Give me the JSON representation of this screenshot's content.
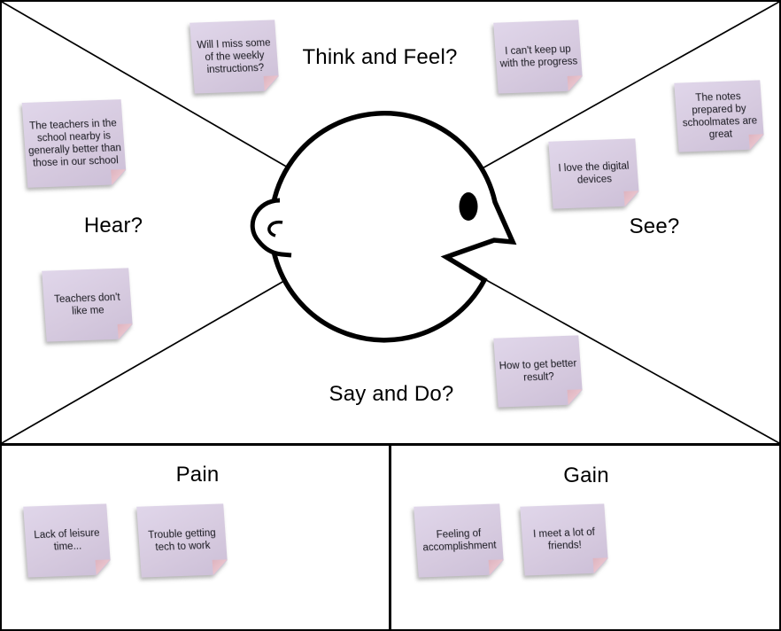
{
  "quadrants": {
    "think_feel": "Think and Feel?",
    "hear": "Hear?",
    "see": "See?",
    "say_do": "Say and Do?"
  },
  "sections": {
    "pain": "Pain",
    "gain": "Gain"
  },
  "notes": [
    {
      "area": "think-feel",
      "text": "Will I miss some of the weekly instructions?"
    },
    {
      "area": "think-feel",
      "text": "I can't keep up with the progress"
    },
    {
      "area": "hear",
      "text": "The teachers in the school nearby is generally better than those in our school"
    },
    {
      "area": "hear",
      "text": "Teachers don't like me"
    },
    {
      "area": "see",
      "text": "The notes prepared by schoolmates are great"
    },
    {
      "area": "see",
      "text": "I love the digital devices"
    },
    {
      "area": "say-do",
      "text": "How to get better result?"
    },
    {
      "area": "pain",
      "text": "Lack of leisure time..."
    },
    {
      "area": "pain",
      "text": "Trouble getting tech to work"
    },
    {
      "area": "gain",
      "text": "Feeling of accomplishment"
    },
    {
      "area": "gain",
      "text": "I meet a lot of friends!"
    }
  ],
  "colors": {
    "note_fill": "#d6cadf",
    "note_fold": "#eac8d0",
    "line": "#000000",
    "background": "#ffffff",
    "text": "#16161d"
  }
}
